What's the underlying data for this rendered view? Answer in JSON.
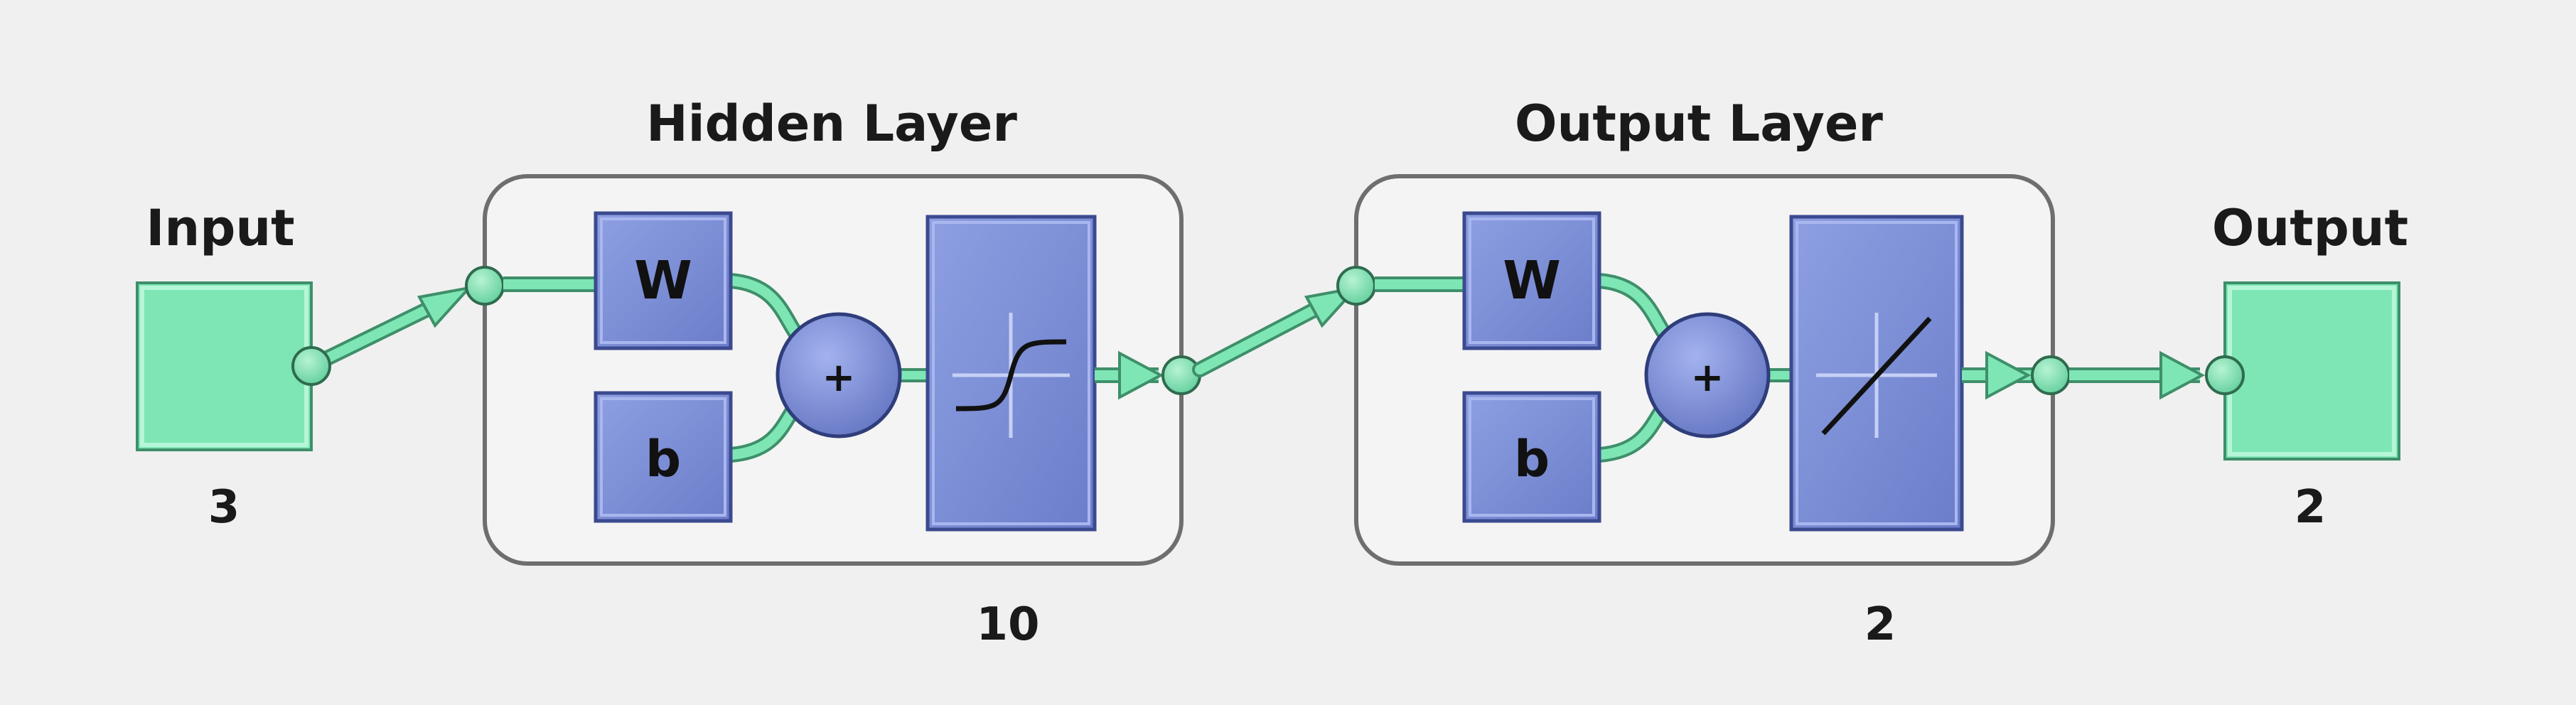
{
  "input": {
    "label": "Input",
    "size": "3"
  },
  "hidden_layer": {
    "title": "Hidden Layer",
    "weight_symbol": "W",
    "bias_symbol": "b",
    "sum_symbol": "+",
    "size": "10",
    "transfer_icon": "tansig-curve-icon"
  },
  "output_layer": {
    "title": "Output Layer",
    "weight_symbol": "W",
    "bias_symbol": "b",
    "sum_symbol": "+",
    "size": "2",
    "transfer_icon": "purelin-line-icon"
  },
  "output": {
    "label": "Output",
    "size": "2"
  },
  "colors": {
    "background": "#f0f0f0",
    "io_block": "#7ee6b4",
    "neuron_block": "#7d8fd6",
    "connection": "#7ee6b4",
    "layer_box": "#f4f4f4"
  }
}
